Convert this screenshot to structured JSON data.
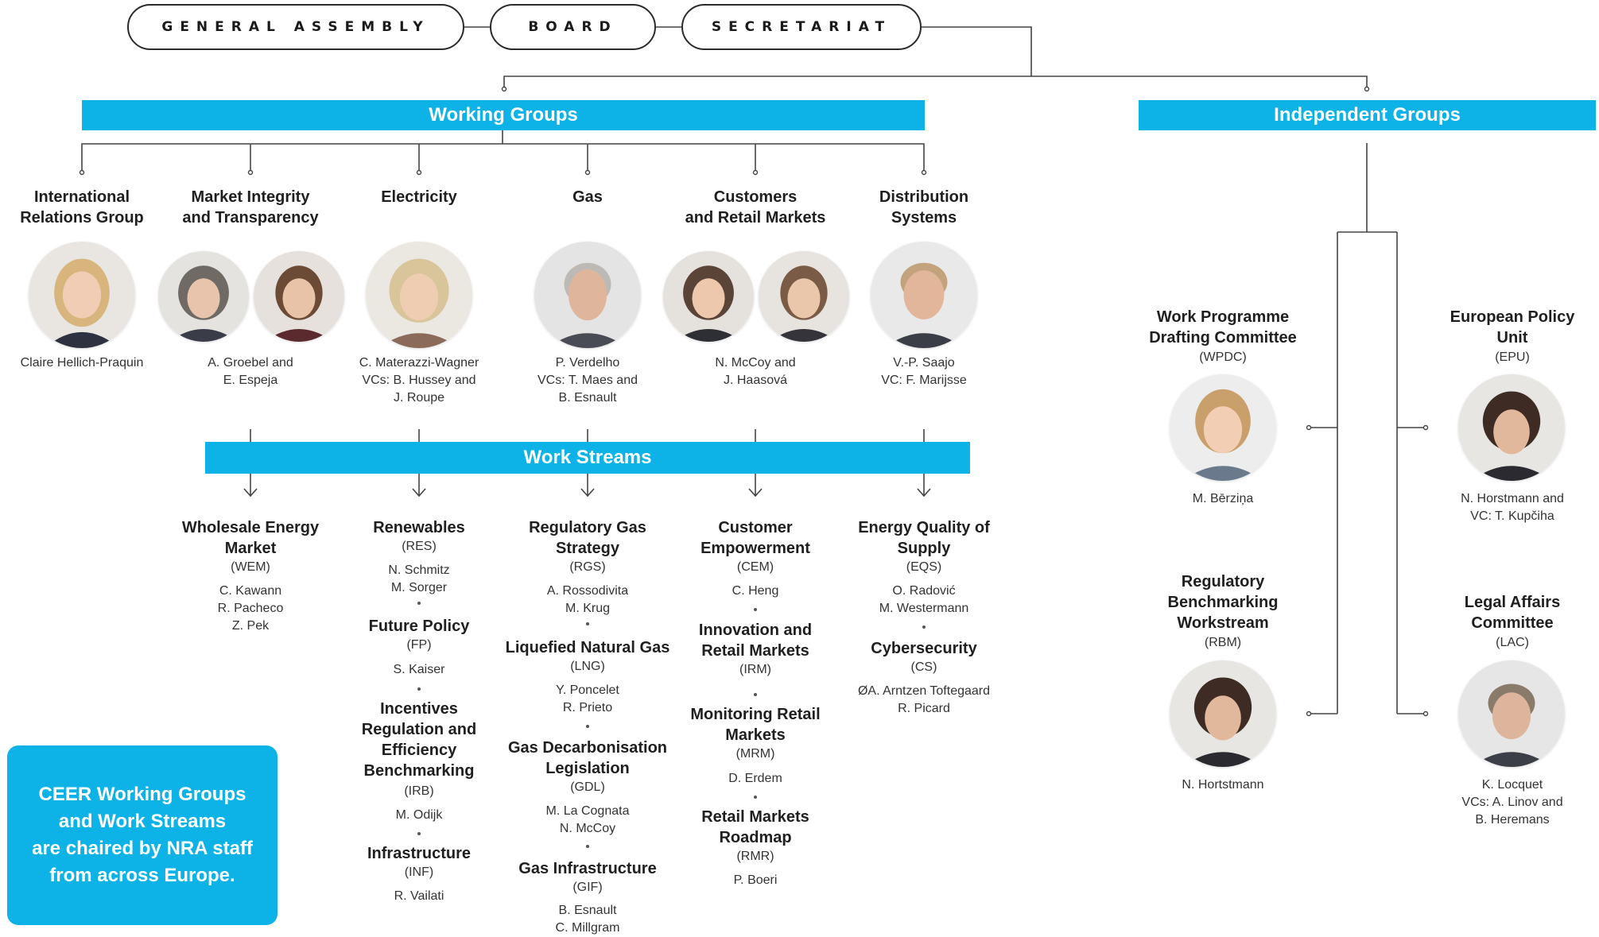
{
  "top_bar": {
    "general_assembly": "GENERAL ASSEMBLY",
    "board": "BOARD",
    "secretariat": "SECRETARIAT"
  },
  "working_groups_label": "Working Groups",
  "independent_groups_label": "Independent Groups",
  "work_streams_label": "Work Streams",
  "working_groups": [
    {
      "title_1": "International",
      "title_2": "Relations Group",
      "names": [
        "Claire Hellich-Praquin"
      ]
    },
    {
      "title_1": "Market Integrity",
      "title_2": "and Transparency",
      "names": [
        "A. Groebel and",
        "E. Espeja"
      ]
    },
    {
      "title_1": "Electricity",
      "title_2": "",
      "names": [
        "C. Materazzi-Wagner",
        "VCs: B. Hussey and",
        "J. Roupe"
      ]
    },
    {
      "title_1": "Gas",
      "title_2": "",
      "names": [
        "P. Verdelho",
        "VCs: T. Maes and",
        "B. Esnault"
      ]
    },
    {
      "title_1": "Customers",
      "title_2": "and Retail Markets",
      "names": [
        "N. McCoy and",
        "J. Haasová"
      ]
    },
    {
      "title_1": "Distribution",
      "title_2": "Systems",
      "names": [
        "V.-P. Saajo",
        "VC: F. Marijsse"
      ]
    }
  ],
  "work_streams": {
    "col1": [
      {
        "title": [
          "Wholesale Energy",
          "Market"
        ],
        "abbr": "(WEM)",
        "names": [
          "C. Kawann",
          "R. Pacheco",
          "Z. Pek"
        ]
      }
    ],
    "col2": [
      {
        "title": [
          "Renewables"
        ],
        "abbr": "(RES)",
        "names": [
          "N. Schmitz",
          "M. Sorger"
        ]
      },
      {
        "title": [
          "Future Policy"
        ],
        "abbr": "(FP)",
        "names": [
          "S. Kaiser"
        ]
      },
      {
        "title": [
          "Incentives",
          "Regulation and",
          "Efficiency",
          "Benchmarking"
        ],
        "abbr": "(IRB)",
        "names": [
          "M. Odijk"
        ]
      },
      {
        "title": [
          "Infrastructure"
        ],
        "abbr": "(INF)",
        "names": [
          "R. Vailati"
        ]
      }
    ],
    "col3": [
      {
        "title": [
          "Regulatory Gas",
          "Strategy"
        ],
        "abbr": "(RGS)",
        "names": [
          "A. Rossodivita",
          "M. Krug"
        ]
      },
      {
        "title": [
          "Liquefied Natural Gas"
        ],
        "abbr": "(LNG)",
        "names": [
          "Y. Poncelet",
          "R. Prieto"
        ]
      },
      {
        "title": [
          "Gas Decarbonisation",
          "Legislation"
        ],
        "abbr": "(GDL)",
        "names": [
          "M. La Cognata",
          "N. McCoy"
        ]
      },
      {
        "title": [
          "Gas Infrastructure"
        ],
        "abbr": "(GIF)",
        "names": [
          "B. Esnault",
          "C. Millgram"
        ]
      }
    ],
    "col4": [
      {
        "title": [
          "Customer",
          "Empowerment"
        ],
        "abbr": "(CEM)",
        "names": [
          "C. Heng"
        ]
      },
      {
        "title": [
          "Innovation and",
          "Retail Markets"
        ],
        "abbr": "(IRM)",
        "names": []
      },
      {
        "title": [
          "Monitoring Retail",
          "Markets"
        ],
        "abbr": "(MRM)",
        "names": [
          "D. Erdem"
        ]
      },
      {
        "title": [
          "Retail Markets",
          "Roadmap"
        ],
        "abbr": "(RMR)",
        "names": [
          "P. Boeri"
        ]
      }
    ],
    "col5": [
      {
        "title": [
          "Energy Quality of",
          "Supply"
        ],
        "abbr": "(EQS)",
        "names": [
          "O. Radović",
          "M. Westermann"
        ]
      },
      {
        "title": [
          "Cybersecurity"
        ],
        "abbr": "(CS)",
        "names": [
          "ØA. Arntzen Toftegaard",
          "R. Picard"
        ]
      }
    ]
  },
  "independent_groups": [
    {
      "title": [
        "Work Programme",
        "Drafting Committee"
      ],
      "abbr": "(WPDC)",
      "names": [
        "M. Bērziņa"
      ]
    },
    {
      "title": [
        "European Policy",
        "Unit"
      ],
      "abbr": "(EPU)",
      "names": [
        "N. Horstmann and",
        "VC: T. Kupčiha"
      ]
    },
    {
      "title": [
        "Regulatory",
        "Benchmarking",
        "Workstream"
      ],
      "abbr": "(RBM)",
      "names": [
        "N. Hortstmann"
      ]
    },
    {
      "title": [
        "Legal Affairs",
        "Committee"
      ],
      "abbr": "(LAC)",
      "names": [
        "K. Locquet",
        "VCs: A. Linov and",
        "B. Heremans"
      ]
    }
  ],
  "note": "CEER Working Groups\nand Work Streams\nare chaired by NRA staff\nfrom across Europe.",
  "colors": {
    "accent": "#0db3e7",
    "line": "#444444"
  }
}
